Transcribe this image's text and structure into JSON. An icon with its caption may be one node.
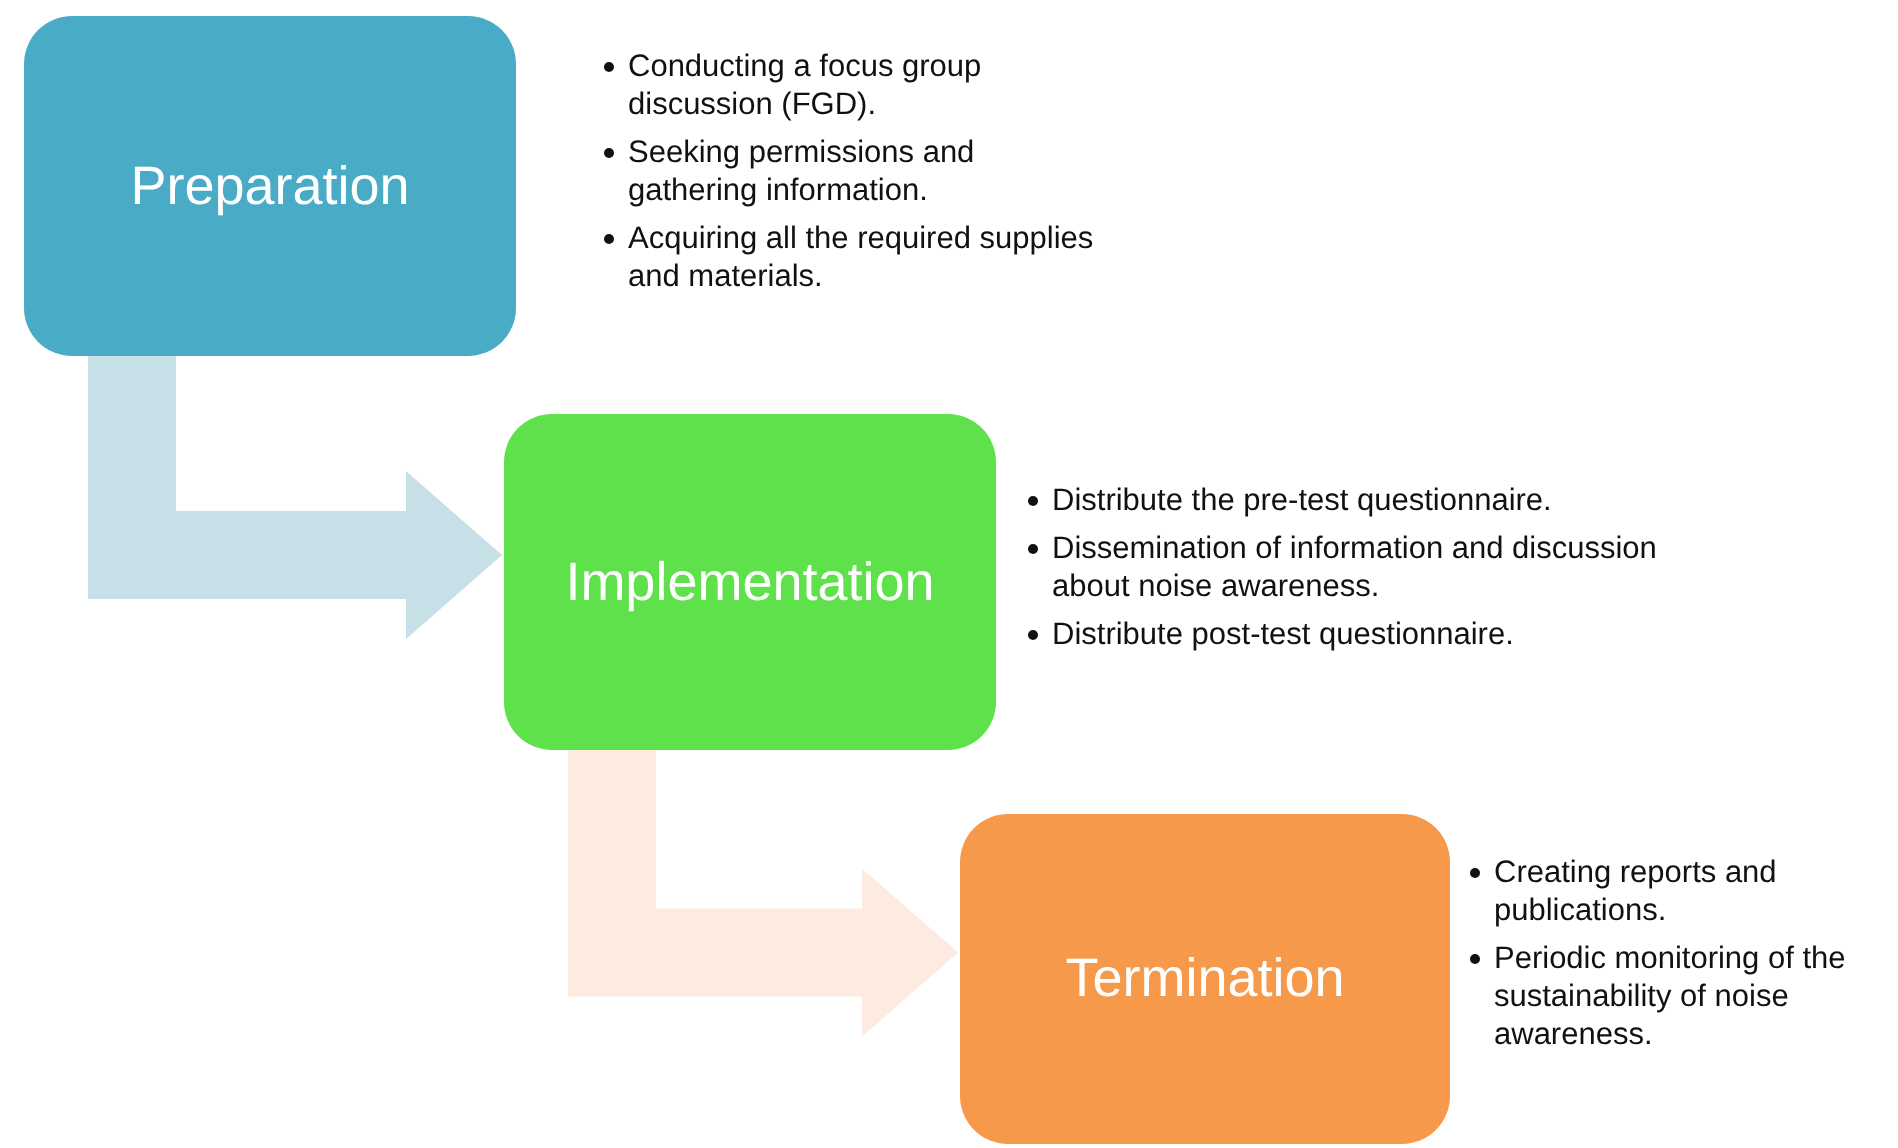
{
  "diagram": {
    "nodes": [
      {
        "text": [
          "Preparation"
        ],
        "beside": [
          "Conducting a focus group discussion (FGD).",
          "Seeking permissions and gathering information.",
          "Acquiring all the required supplies and materials."
        ]
      },
      {
        "text": [
          "Implementation"
        ],
        "beside": [
          "Distribute the pre-test questionnaire.",
          "Dissemination of information and discussion about noise awareness.",
          "Distribute post-test questionnaire."
        ]
      },
      {
        "text": [
          "Termination"
        ],
        "beside": [
          "Creating reports and publications.",
          "Periodic monitoring of the sustainability of noise awareness."
        ]
      }
    ],
    "edges": [
      {
        "from": 0,
        "to": 1,
        "arrow": "to",
        "color": "#c7dfe7"
      },
      {
        "from": 1,
        "to": 2,
        "arrow": "to",
        "color": "#fdebe2"
      }
    ]
  }
}
